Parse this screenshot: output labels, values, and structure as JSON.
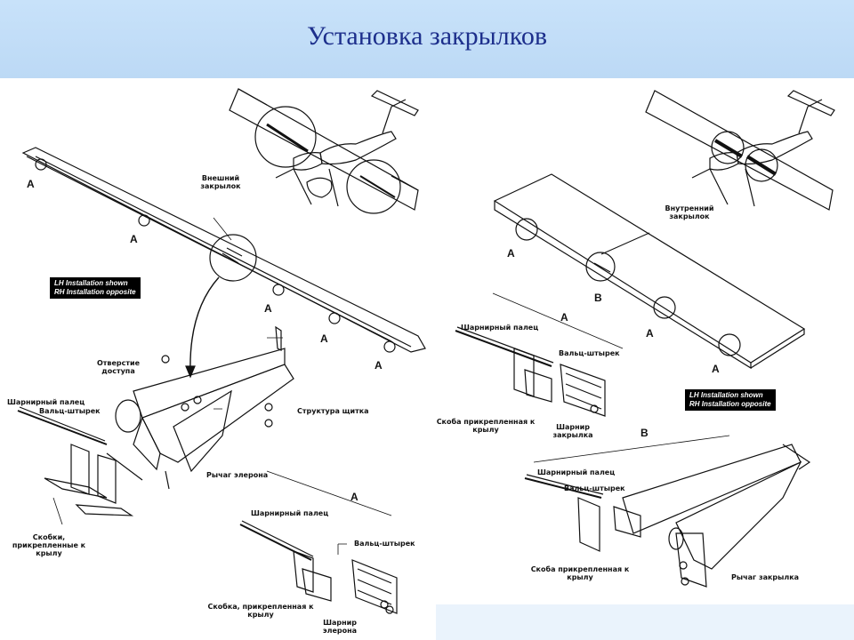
{
  "slide": {
    "title": "Установка закрылков"
  },
  "left_diagram": {
    "outer_flap": "Внешний закрылок",
    "note_line1": "LH Installation shown",
    "note_line2": "RH Installation opposite",
    "access_hole": "Отверстие доступа",
    "hinge_pin": "Шарнирный палец",
    "roll_pin": "Вальц-штырек",
    "flap_structure": "Структура щитка",
    "aileron_lever": "Рычаг элерона",
    "wing_brackets": "Скобки, прикрепленные к крылу",
    "detail_letter": "A"
  },
  "detail_a": {
    "letter": "A",
    "hinge_pin": "Шарнирный палец",
    "roll_pin": "Вальц-штырек",
    "bracket": "Скобка, прикрепленная к крылу",
    "aileron_hinge": "Шарнир элерона"
  },
  "right_diagram": {
    "inner_flap": "Внутренний закрылок",
    "letter_a": "A",
    "letter_b": "B",
    "note_line1": "LH Installation shown",
    "note_line2": "RH Installation opposite"
  },
  "right_detail_a": {
    "letter": "A",
    "hinge_pin": "Шарнирный палец",
    "roll_pin": "Вальц-штырек",
    "bracket": "Скоба прикрепленная к крылу",
    "flap_hinge": "Шарнир закрылка"
  },
  "detail_b": {
    "letter": "B",
    "hinge_pin": "Шарнирный палец",
    "roll_pin": "Вальц-штырек",
    "bracket": "Скоба прикрепленная к крылу",
    "flap_lever": "Рычаг закрылка"
  }
}
